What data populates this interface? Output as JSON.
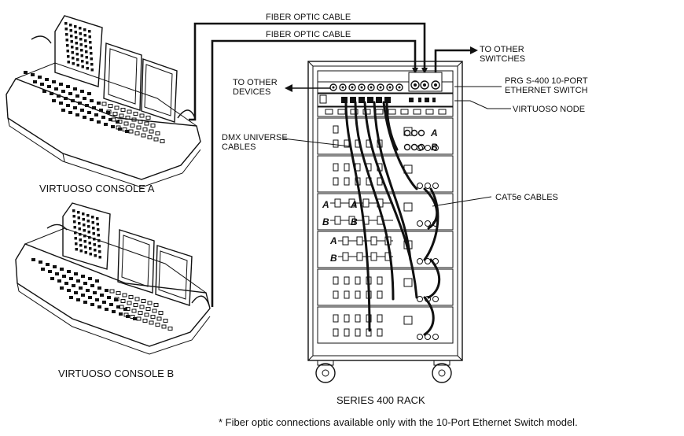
{
  "labels": {
    "fiber_top": "FIBER OPTIC CABLE",
    "fiber_second": "FIBER OPTIC CABLE",
    "to_other_switches_1": "TO OTHER",
    "to_other_switches_2": "SWITCHES",
    "to_other_devices_1": "TO OTHER",
    "to_other_devices_2": "DEVICES",
    "switch_1": "PRG S-400 10-PORT",
    "switch_2": "ETHERNET SWITCH",
    "node": "VIRTUOSO NODE",
    "dmx_1": "DMX UNIVERSE",
    "dmx_2": "CABLES",
    "cat5e": "CAT5e CABLES",
    "console_a": "VIRTUOSO CONSOLE A",
    "console_b": "VIRTUOSO CONSOLE B",
    "rack": "SERIES 400 RACK",
    "port_a": "A",
    "port_b": "B",
    "footnote": "* Fiber optic connections available only with the 10-Port Ethernet Switch model."
  }
}
